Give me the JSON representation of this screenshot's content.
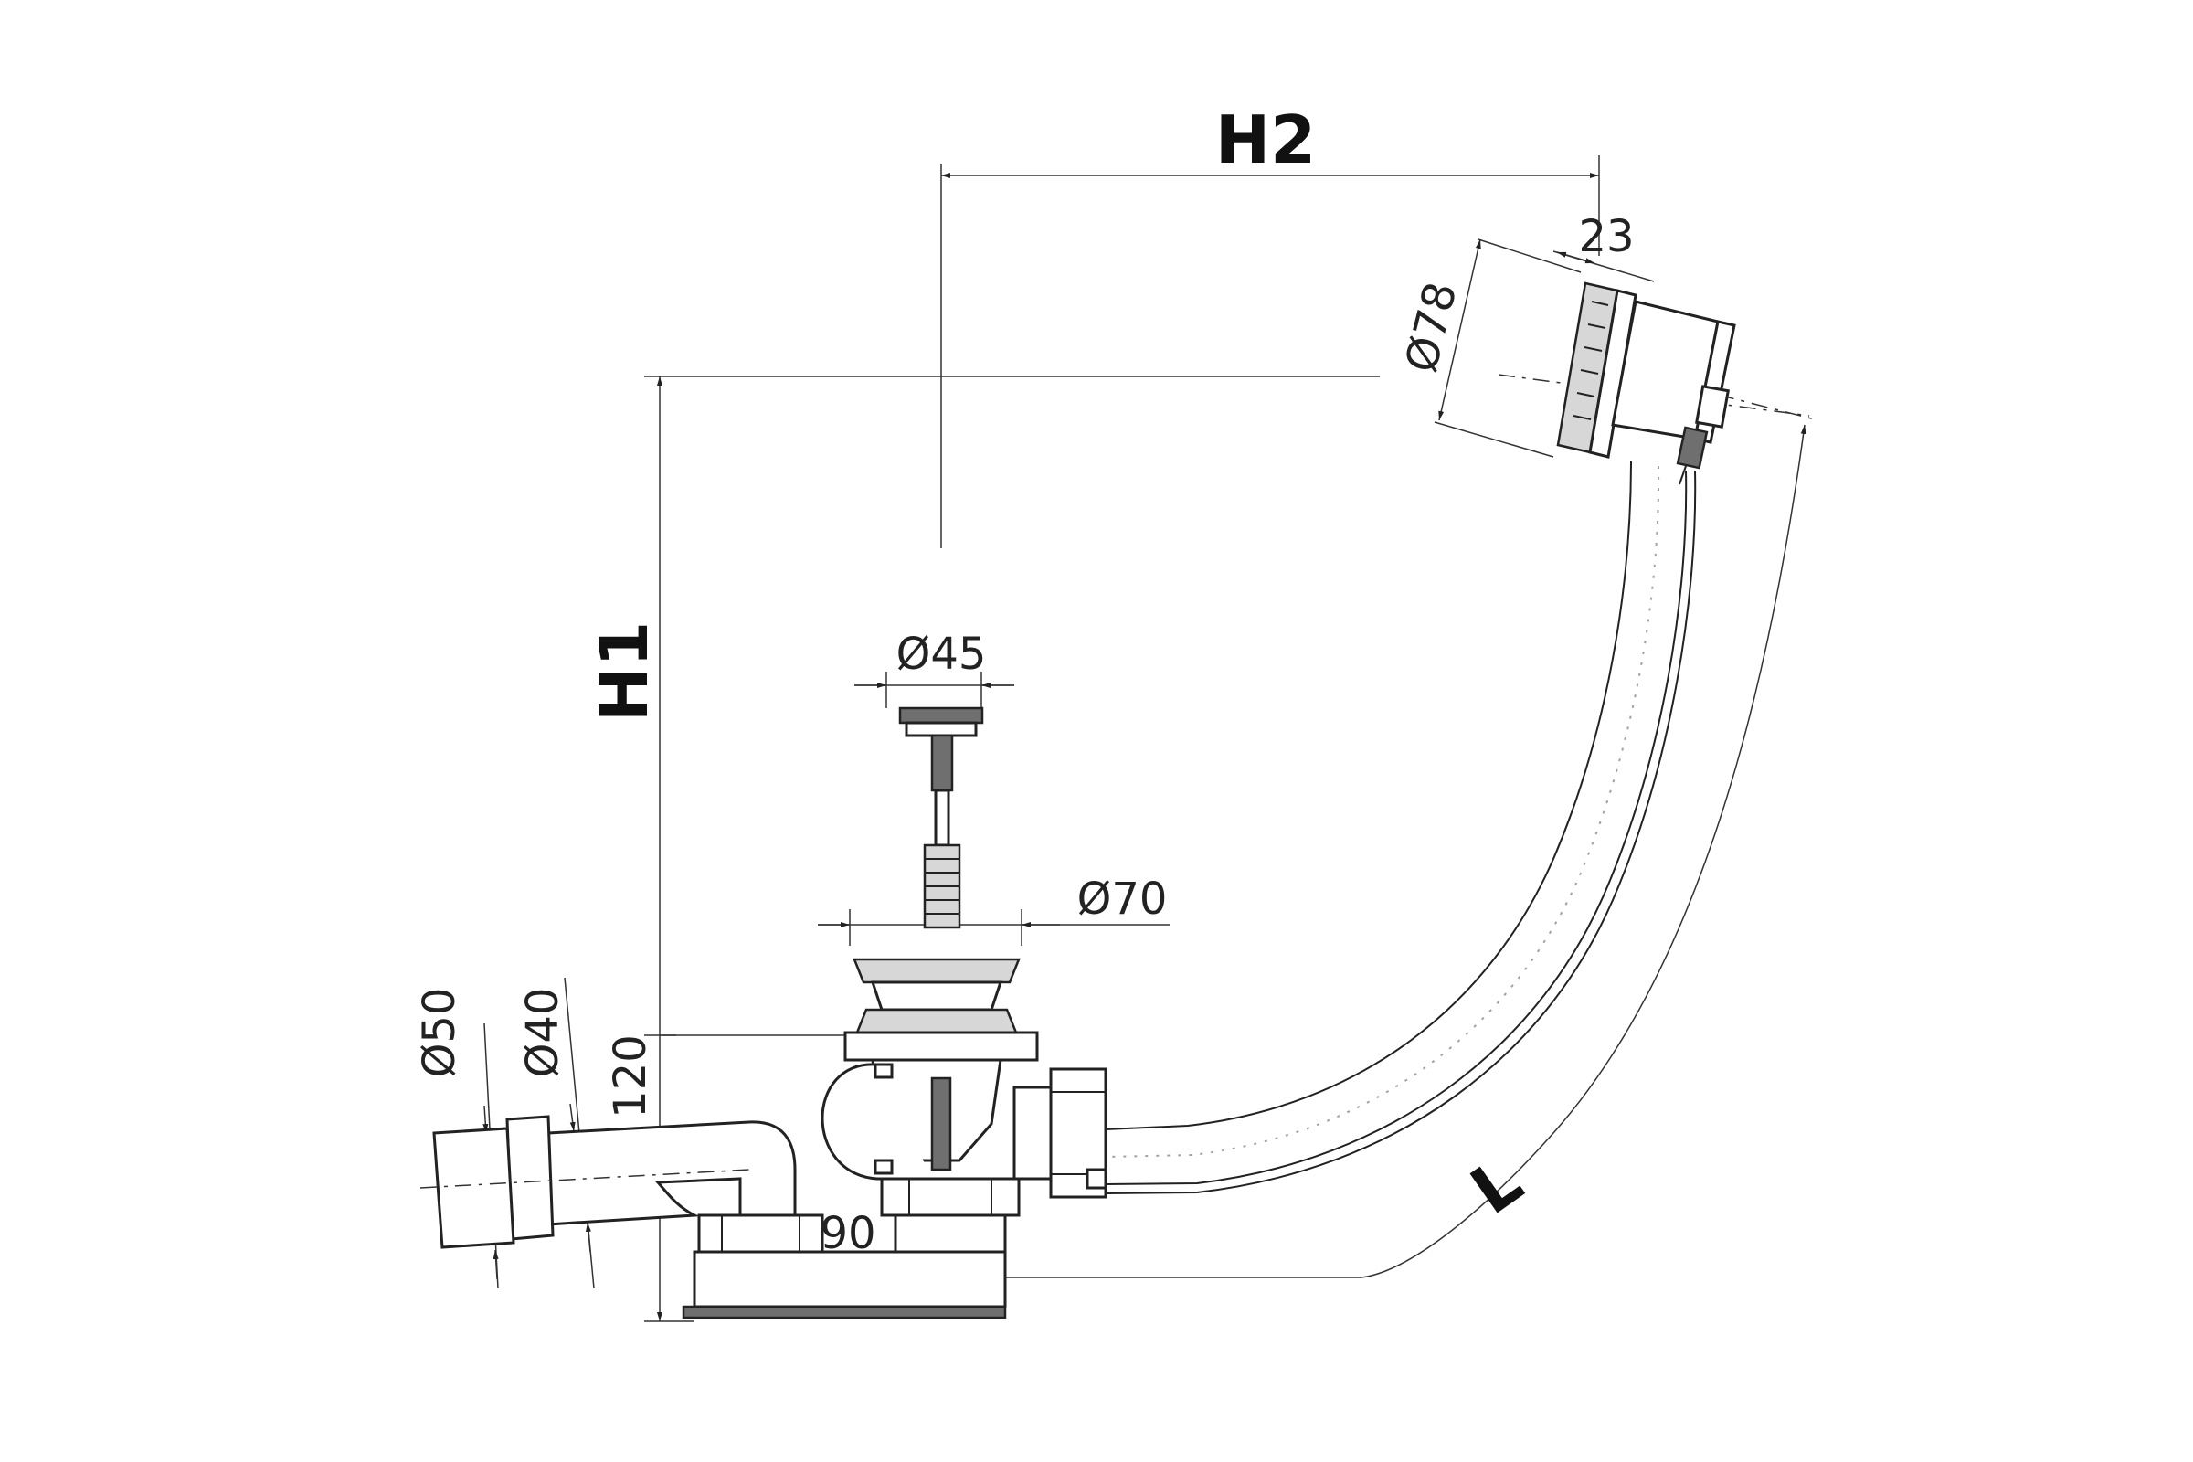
{
  "diagram": {
    "labels": {
      "h1": "H1",
      "h2": "H2",
      "l": "L",
      "d45": "Ø45",
      "d70": "Ø70",
      "d78": "Ø78",
      "dim23": "23",
      "d50": "Ø50",
      "d40": "Ø40",
      "dim120": "120",
      "dim90": "90"
    },
    "colors": {
      "line": "#222222",
      "fill_grey": "#d7d7d7",
      "fill_dark": "#6f6f6f"
    }
  }
}
